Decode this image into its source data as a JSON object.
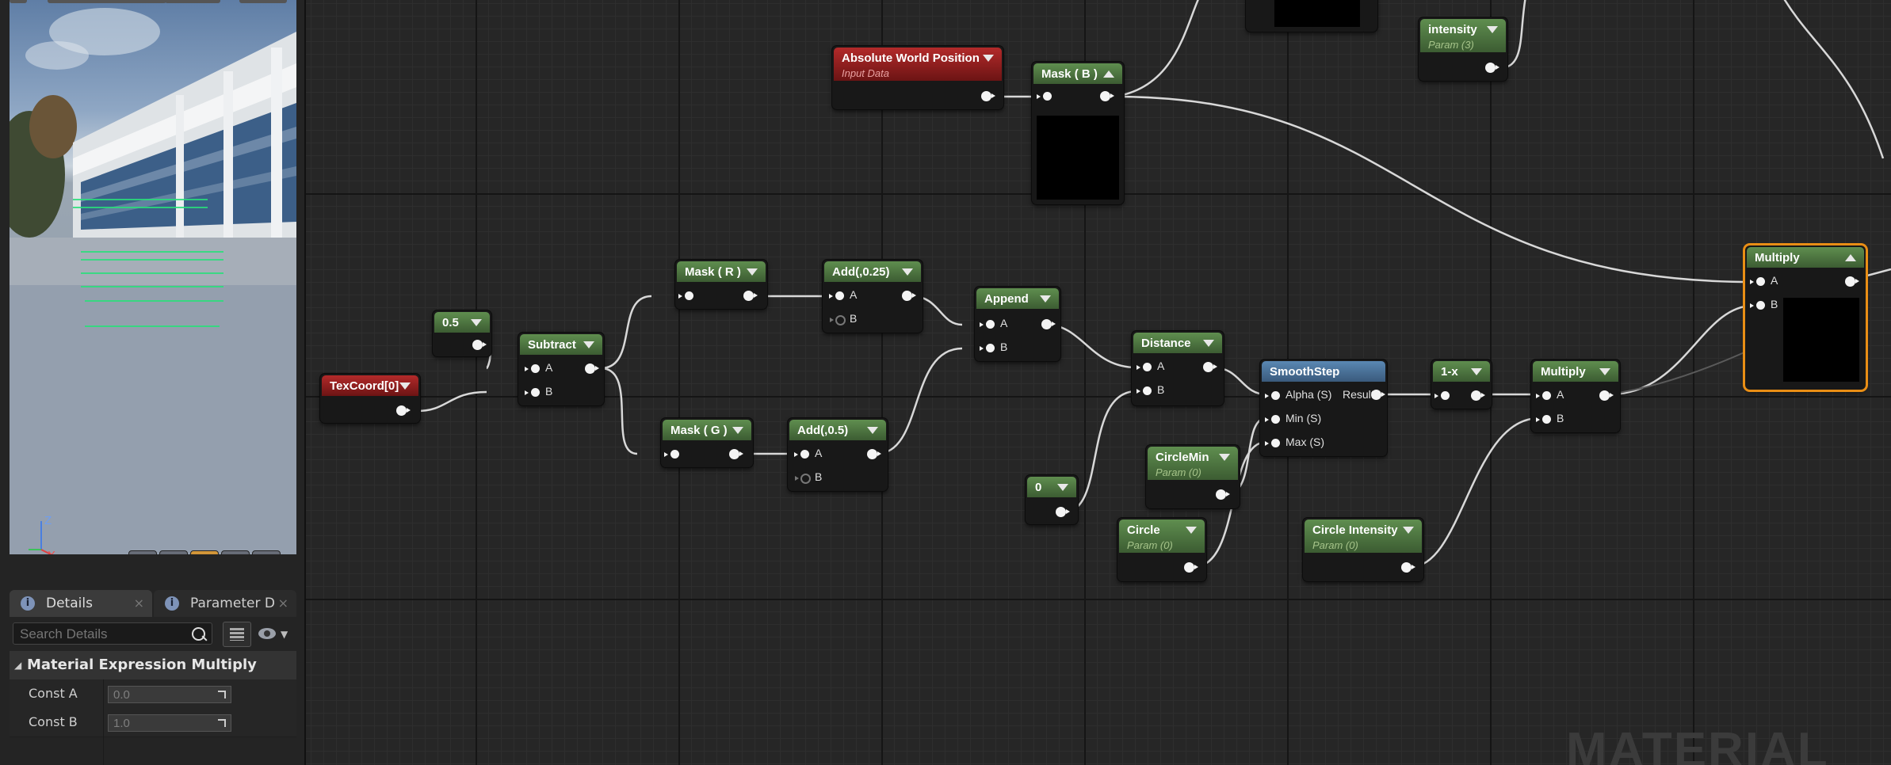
{
  "details_panel": {
    "tabs": [
      {
        "label": "Details",
        "icon": "details-icon"
      },
      {
        "label": "Parameter D",
        "icon": "details-icon"
      }
    ],
    "search_placeholder": "Search Details",
    "section_title": "Material Expression Multiply",
    "properties": [
      {
        "label": "Const A",
        "value": "0.0"
      },
      {
        "label": "Const B",
        "value": "1.0"
      }
    ]
  },
  "viewport": {
    "axis_labels": {
      "z": "Z",
      "x": "X"
    },
    "buttons": [
      "cylinder-icon",
      "sphere-icon",
      "plane-icon",
      "cube-icon",
      "custom-mesh-icon"
    ],
    "active_button": "plane-icon"
  },
  "graph": {
    "watermark": "MATERIAL",
    "nodes": {
      "absolute_world_position": {
        "title": "Absolute World Position",
        "subtitle": "Input Data"
      },
      "mask_b": {
        "title": "Mask ( B )"
      },
      "intensity": {
        "title": "intensity",
        "subtitle": "Param (3)"
      },
      "const_05": {
        "title": "0.5"
      },
      "subtract": {
        "title": "Subtract",
        "pins": [
          "A",
          "B"
        ]
      },
      "texcoord": {
        "title": "TexCoord[0]"
      },
      "mask_r": {
        "title": "Mask ( R )"
      },
      "mask_g": {
        "title": "Mask ( G )"
      },
      "add_025": {
        "title": "Add(,0.25)",
        "pins": [
          "A",
          "B"
        ]
      },
      "add_05": {
        "title": "Add(,0.5)",
        "pins": [
          "A",
          "B"
        ]
      },
      "append": {
        "title": "Append",
        "pins": [
          "A",
          "B"
        ]
      },
      "distance": {
        "title": "Distance",
        "pins": [
          "A",
          "B"
        ]
      },
      "const_0": {
        "title": "0"
      },
      "smoothstep": {
        "title": "SmoothStep",
        "pins": [
          "Alpha (S)",
          "Min (S)",
          "Max (S)"
        ],
        "output": "Result"
      },
      "circlemin": {
        "title": "CircleMin",
        "subtitle": "Param (0)"
      },
      "circle": {
        "title": "Circle",
        "subtitle": "Param (0)"
      },
      "circle_intensity": {
        "title": "Circle Intensity",
        "subtitle": "Param (0)"
      },
      "one_minus_x": {
        "title": "1-x"
      },
      "multiply": {
        "title": "Multiply",
        "pins": [
          "A",
          "B"
        ]
      },
      "multiply_sel": {
        "title": "Multiply",
        "pins": [
          "A",
          "B"
        ]
      }
    }
  }
}
